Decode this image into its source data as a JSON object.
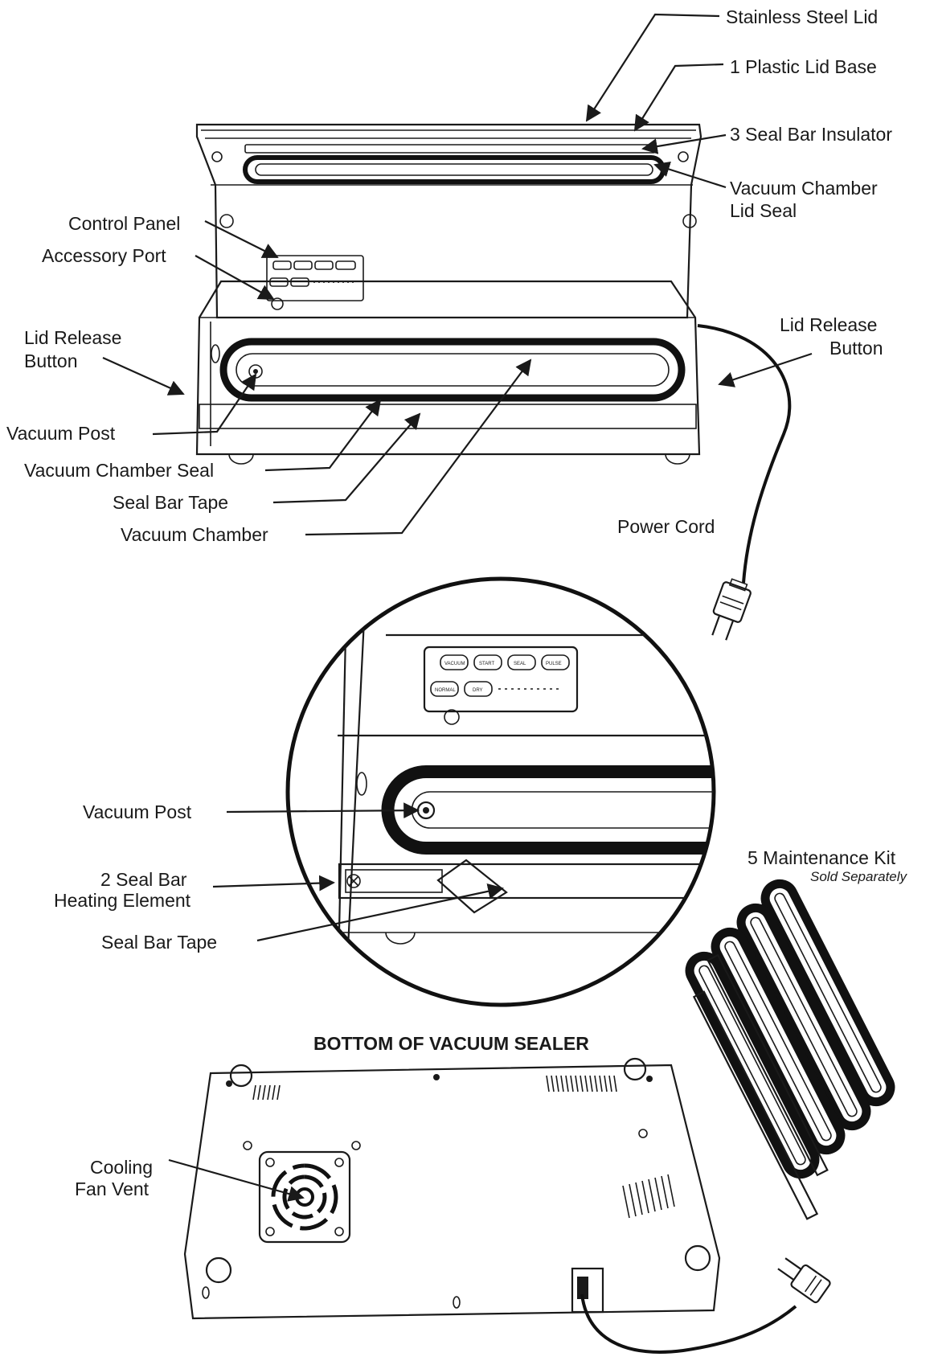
{
  "labels": {
    "stainless_steel_lid": "Stainless Steel Lid",
    "plastic_lid_base": "1  Plastic Lid Base",
    "seal_bar_insulator": "3  Seal Bar Insulator",
    "vacuum_chamber_lid_seal_1": "Vacuum Chamber",
    "vacuum_chamber_lid_seal_2": "Lid Seal",
    "control_panel": "Control Panel",
    "accessory_port": "Accessory Port",
    "lid_release_left_1": "Lid Release",
    "lid_release_left_2": "Button",
    "lid_release_right_1": "Lid Release",
    "lid_release_right_2": "Button",
    "vacuum_post_top": "Vacuum Post",
    "vacuum_chamber_seal": "Vacuum Chamber Seal",
    "seal_bar_tape_top": "Seal Bar Tape",
    "vacuum_chamber": "Vacuum Chamber",
    "power_cord": "Power Cord",
    "vacuum_post_detail": "Vacuum Post",
    "heating_element_1": "2 Seal Bar",
    "heating_element_2": "Heating Element",
    "seal_bar_tape_detail": "Seal Bar Tape",
    "maintenance_kit": "5  Maintenance Kit",
    "sold_separately": "Sold Separately",
    "bottom_heading": "BOTTOM OF VACUUM SEALER",
    "cooling_fan_vent_1": "Cooling",
    "cooling_fan_vent_2": "Fan Vent"
  },
  "panel_buttons": [
    "VACUUM",
    "START",
    "SEAL",
    "PULSE",
    "NORMAL",
    "DRY"
  ],
  "colors": {
    "ink": "#1a1a1a",
    "background": "#ffffff"
  }
}
